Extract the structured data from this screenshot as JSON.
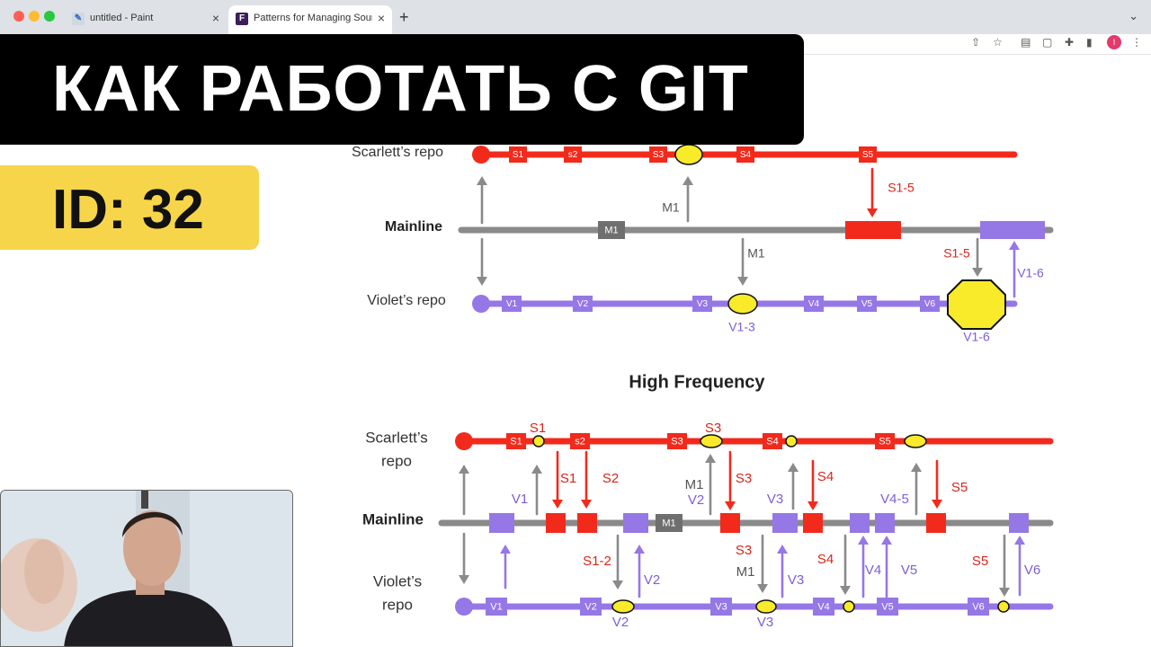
{
  "browser": {
    "tabs": [
      {
        "label": "untitled - Paint",
        "active": false
      },
      {
        "label": "Patterns for Managing Source C",
        "active": true
      }
    ]
  },
  "overlay": {
    "title": "КАК РАБОТАТЬ С GIT",
    "id_badge": "ID: 32"
  },
  "colors": {
    "scarlett": "#f22a1c",
    "mainline": "#8a8a8a",
    "violet": "#9677e6",
    "merge": "#f9ea2a",
    "mainline_commit": "#6f6f6f",
    "title_bg": "#000000",
    "badge_bg": "#f7d54a"
  },
  "diagram_top": {
    "scarlett_label": "Scarlett’s repo",
    "mainline_label": "Mainline",
    "violet_label": "Violet’s repo",
    "scarlett_commits": [
      "S1",
      "s2",
      "S3",
      "S4",
      "S5"
    ],
    "mainline_commits": [
      "M1"
    ],
    "violet_commits": [
      "V1",
      "V2",
      "V3",
      "V4",
      "V5",
      "V6"
    ],
    "arrow_labels": {
      "m1_up": "M1",
      "m1_down": "M1",
      "s15_down": "S1-5",
      "s15_violet": "S1-5",
      "v16_up": "V1-6",
      "v13_merge": "V1-3",
      "v16_merge": "V1-6"
    }
  },
  "diagram_bottom": {
    "heading": "High Frequency",
    "scarlett_label": [
      "Scarlett’s",
      "repo"
    ],
    "mainline_label": "Mainline",
    "violet_label": [
      "Violet’s",
      "repo"
    ],
    "scarlett_commits": [
      "S1",
      "s2",
      "S3",
      "S4",
      "S5"
    ],
    "mainline_commits": [
      "M1"
    ],
    "violet_commits": [
      "V1",
      "V2",
      "V3",
      "V4",
      "V5",
      "V6"
    ],
    "labels": [
      "S1",
      "S3",
      "V1",
      "S1",
      "S2",
      "M1",
      "V2",
      "S3",
      "V3",
      "S4",
      "V4-5",
      "S5",
      "S1-2",
      "V2",
      "S3",
      "M1",
      "V3",
      "S4",
      "V4",
      "V5",
      "S5",
      "V6",
      "V2",
      "V3"
    ]
  }
}
